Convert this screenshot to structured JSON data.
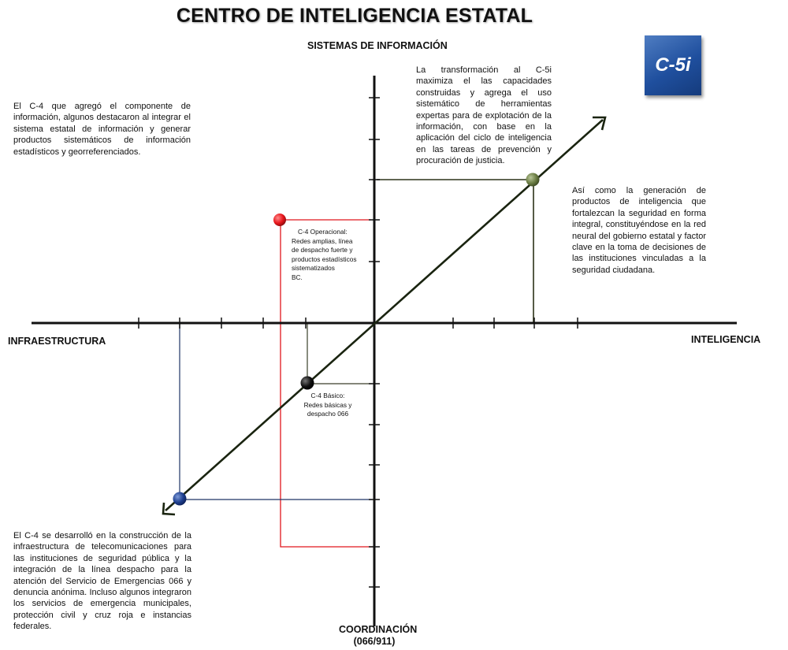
{
  "header": {
    "title": "CENTRO DE INTELIGENCIA ESTATAL",
    "badge": "C-5i"
  },
  "axes": {
    "top": "SISTEMAS DE INFORMACIÓN",
    "left": "INFRAESTRUCTURA",
    "right": "INTELIGENCIA",
    "bottom_line1": "COORDINACIÓN",
    "bottom_line2": "(066/911)"
  },
  "texts": {
    "top_left": "El C-4 que agregó el componente de información, algunos destacaron al integrar el sistema estatal de información y generar productos sistemáticos de información estadísticos y georreferenciados.",
    "top_right": "La transformación al C-5i maximiza el las capacidades construidas y agrega el uso sistemático de herramientas expertas para de explotación de la información, con base en la aplicación del ciclo de inteligencia en las tareas de prevención y procuración de justicia.",
    "right": "Así como la generación de productos de inteligencia que fortalezcan la seguridad en forma integral, constituyéndose en la red neural del gobierno estatal y factor clave en la toma de decisiones de las instituciones vinculadas a la seguridad ciudadana.",
    "bottom_left": "El C-4  se desarrolló en la construcción de la infraestructura de telecomunicaciones para las instituciones de seguridad pública y la integración de la línea despacho para la atención del Servicio de Emergencias 066 y denuncia anónima. Incluso algunos integraron los servicios de emergencia municipales, protección civil  y cruz roja e instancias federales."
  },
  "points": {
    "operacional": {
      "line1": "C-4 Operacional:",
      "line2": "Redes amplias, línea",
      "line3": "de despacho fuerte y",
      "line4": "productos estadísticos",
      "line5": "sistematizados",
      "line6": "BC.",
      "color": "#e8161c"
    },
    "basico": {
      "line1": "C-4 Básico:",
      "line2": "Redes básicas y",
      "line3": "despacho 066",
      "color": "#111111"
    },
    "c5i": {
      "color": "#6b7d44"
    },
    "infra": {
      "color": "#1e3f8f"
    }
  },
  "colors": {
    "axis": "#111111",
    "diagonal": "#1a2410",
    "badge": "#2a5aa8",
    "red_guide": "#e0161c",
    "blue_guide": "#1f3566",
    "green_guide": "#2c3318"
  }
}
